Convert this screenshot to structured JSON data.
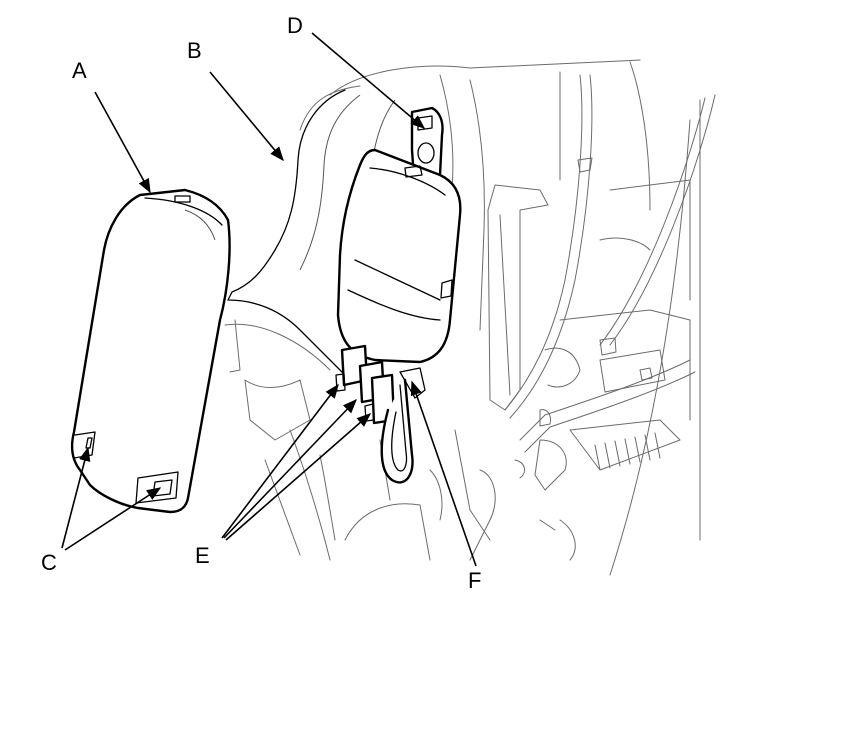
{
  "callouts": [
    {
      "id": "A",
      "label": "A"
    },
    {
      "id": "B",
      "label": "B"
    },
    {
      "id": "C",
      "label": "C"
    },
    {
      "id": "D",
      "label": "D"
    },
    {
      "id": "E",
      "label": "E"
    },
    {
      "id": "F",
      "label": "F"
    }
  ],
  "colors": {
    "line": "#000000",
    "background_line": "#6b6b6b",
    "background": "#ffffff"
  }
}
